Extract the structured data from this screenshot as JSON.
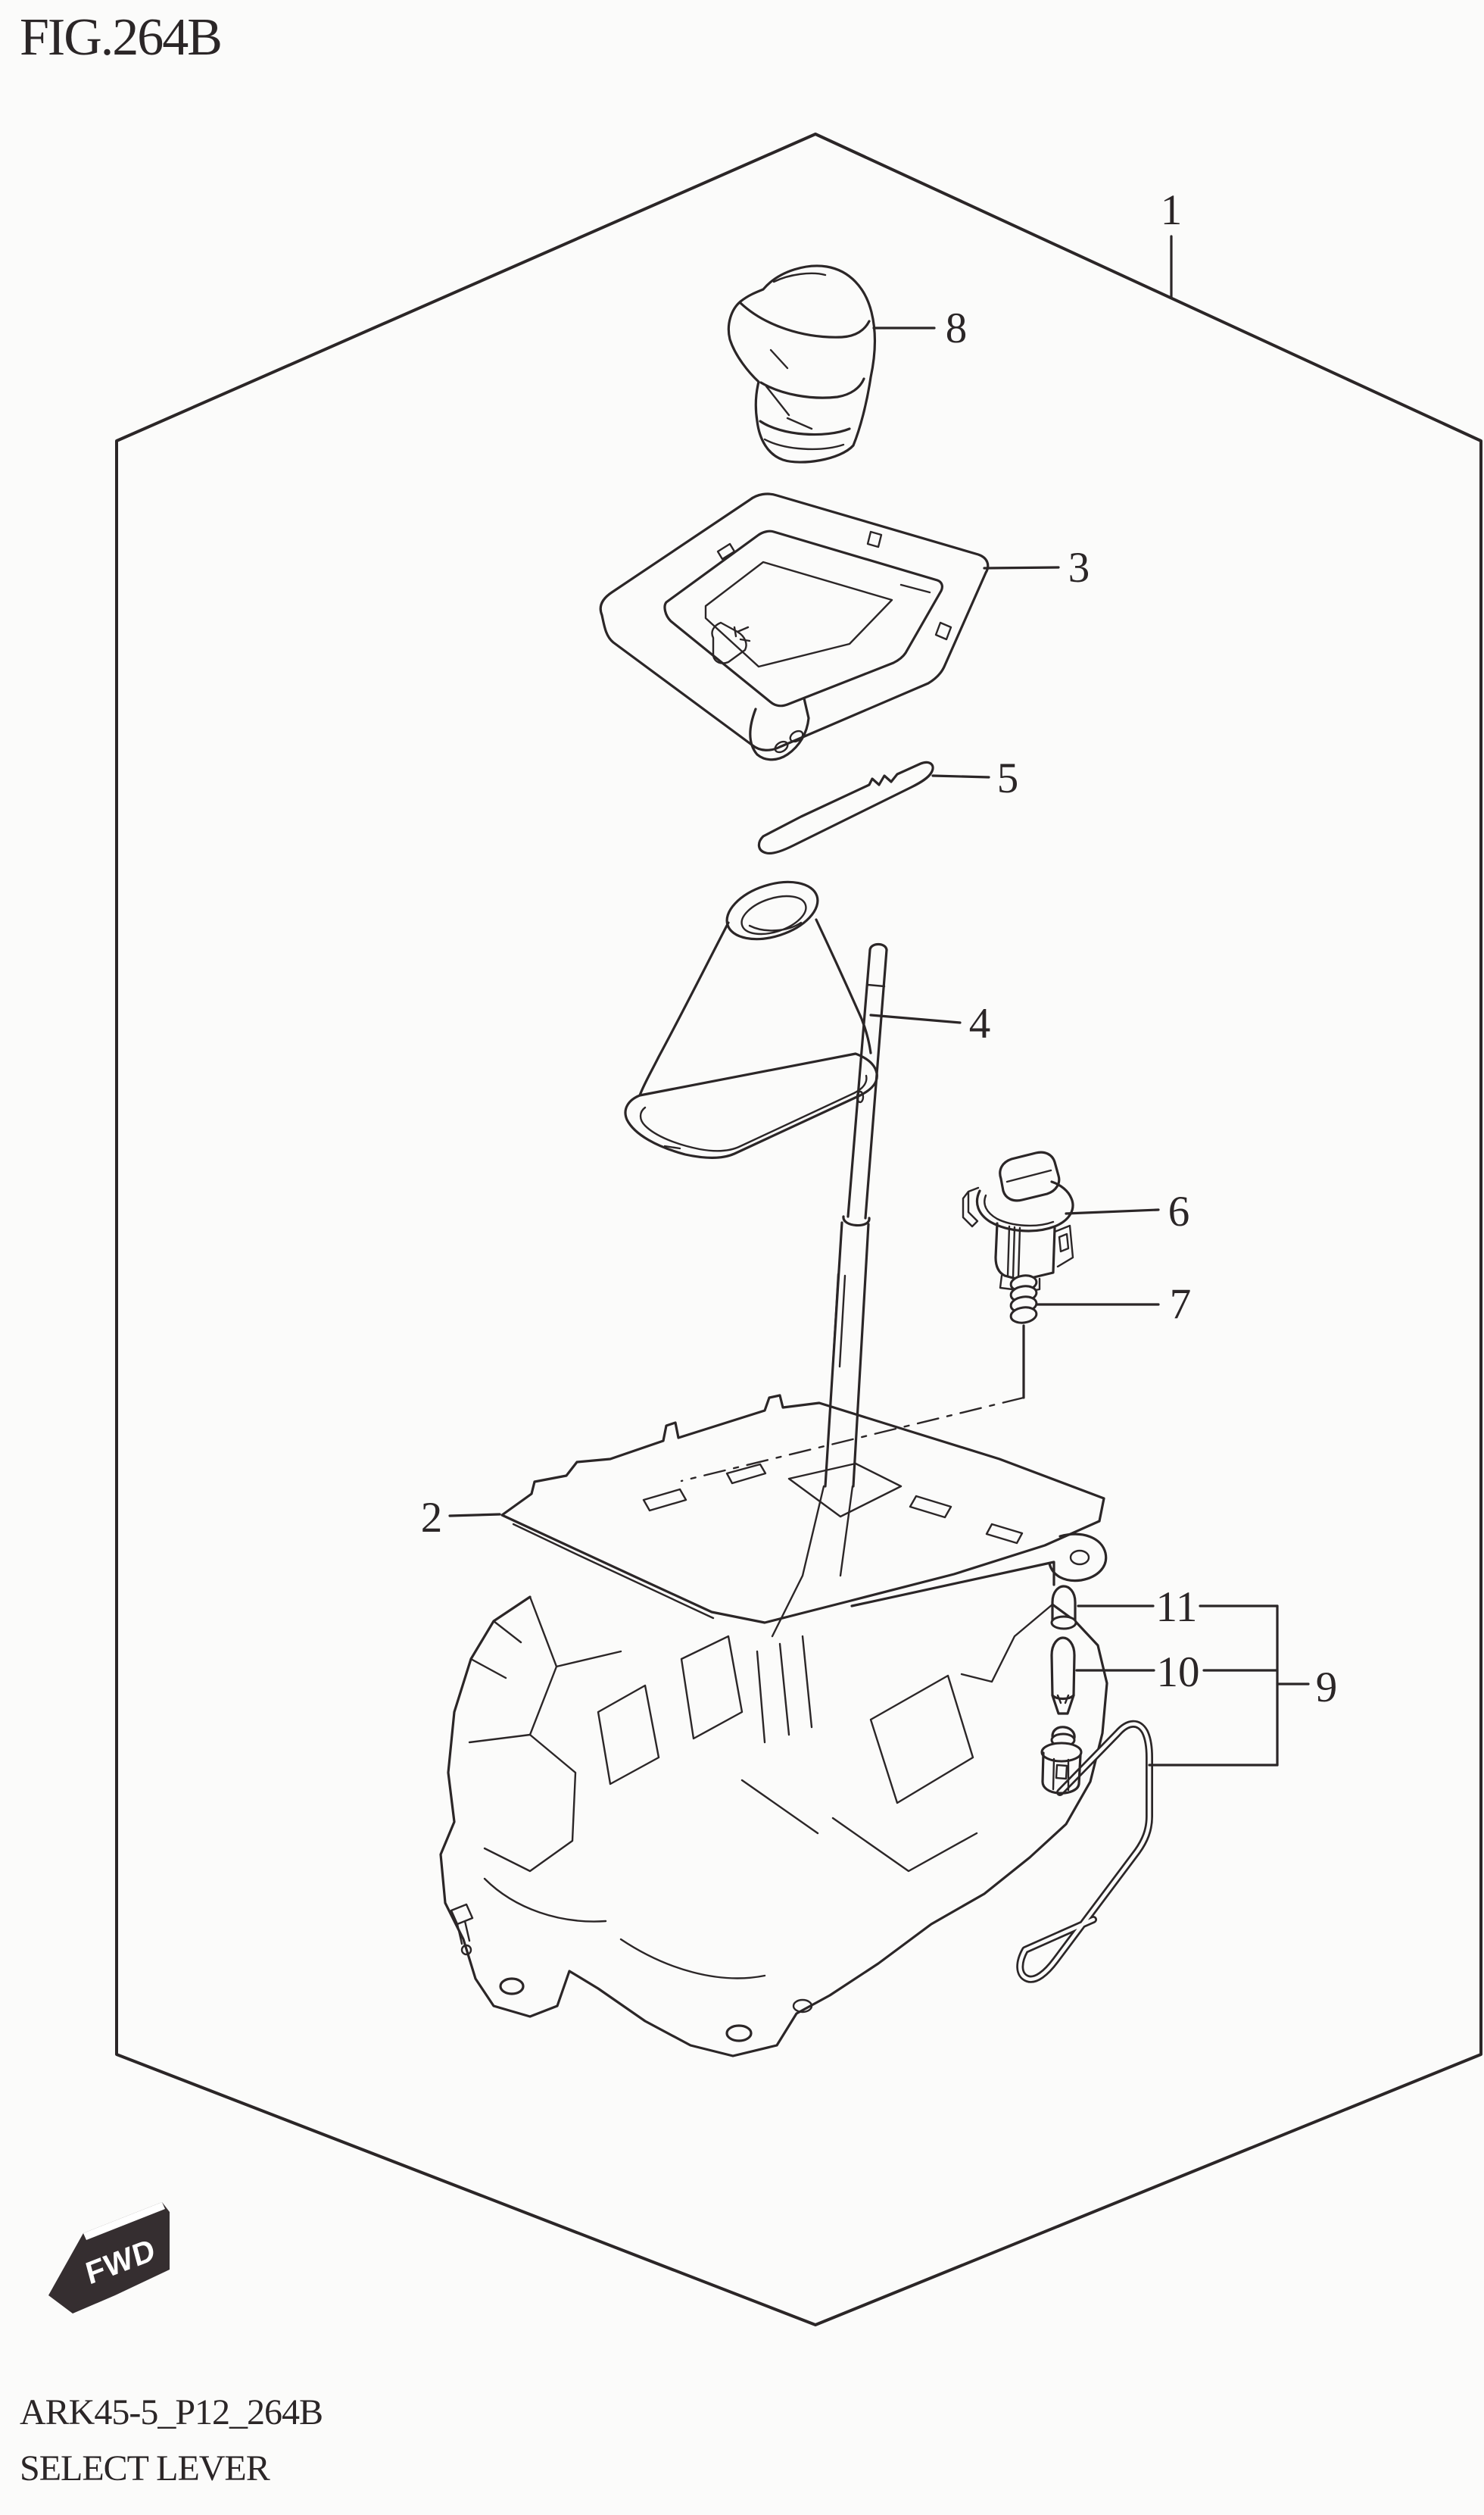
{
  "figure": {
    "title": "FIG.264B",
    "code": "ARK45-5_P12_264B",
    "caption": "SELECT LEVER"
  },
  "fwd": {
    "label": "FWD"
  },
  "callouts": {
    "c1": "1",
    "c2": "2",
    "c3": "3",
    "c4": "4",
    "c5": "5",
    "c6": "6",
    "c7": "7",
    "c8": "8",
    "c9": "9",
    "c10": "10",
    "c11": "11"
  },
  "colors": {
    "line": "#2b2627",
    "background": "#fbfbfa",
    "arrow_fill": "#352e30",
    "arrow_text": "#ffffff"
  }
}
